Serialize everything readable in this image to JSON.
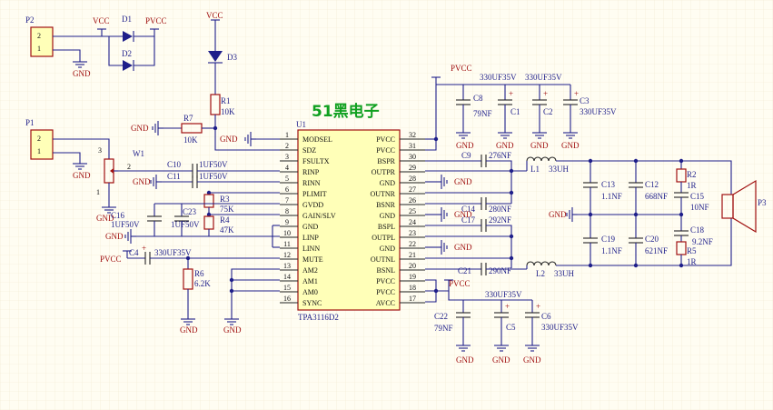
{
  "title": "51黑电子",
  "chip": {
    "ref": "U1",
    "part": "TPA3116D2",
    "left": [
      {
        "num": "1",
        "name": "MODSEL"
      },
      {
        "num": "2",
        "name": "SDZ"
      },
      {
        "num": "3",
        "name": "FSULTX"
      },
      {
        "num": "4",
        "name": "RINP"
      },
      {
        "num": "5",
        "name": "RINN"
      },
      {
        "num": "6",
        "name": "PLIMIT"
      },
      {
        "num": "7",
        "name": "GVDD"
      },
      {
        "num": "8",
        "name": "GAIN/SLV"
      },
      {
        "num": "9",
        "name": "GND"
      },
      {
        "num": "10",
        "name": "LINP"
      },
      {
        "num": "11",
        "name": "LINN"
      },
      {
        "num": "12",
        "name": "MUTE"
      },
      {
        "num": "13",
        "name": "AM2"
      },
      {
        "num": "14",
        "name": "AM1"
      },
      {
        "num": "15",
        "name": "AM0"
      },
      {
        "num": "16",
        "name": "SYNC"
      }
    ],
    "right": [
      {
        "num": "32",
        "name": "PVCC"
      },
      {
        "num": "31",
        "name": "PVCC"
      },
      {
        "num": "30",
        "name": "BSPR"
      },
      {
        "num": "29",
        "name": "OUTPR"
      },
      {
        "num": "28",
        "name": "GND"
      },
      {
        "num": "27",
        "name": "OUTNR"
      },
      {
        "num": "26",
        "name": "BSNR"
      },
      {
        "num": "25",
        "name": "GND"
      },
      {
        "num": "24",
        "name": "BSPL"
      },
      {
        "num": "23",
        "name": "OUTPL"
      },
      {
        "num": "22",
        "name": "GND"
      },
      {
        "num": "21",
        "name": "OUTNL"
      },
      {
        "num": "20",
        "name": "BSNL"
      },
      {
        "num": "19",
        "name": "PVCC"
      },
      {
        "num": "18",
        "name": "PVCC"
      },
      {
        "num": "17",
        "name": "AVCC"
      }
    ]
  },
  "connectors": {
    "p2": {
      "ref": "P2",
      "pin_top": "2",
      "pin_bot": "1"
    },
    "p1": {
      "ref": "P1",
      "pin_top": "2",
      "pin_bot": "1"
    },
    "p3": {
      "ref": "P3"
    }
  },
  "nets": {
    "vcc": "VCC",
    "pvcc": "PVCC",
    "gnd": "GND"
  },
  "parts": {
    "d1": "D1",
    "d2": "D2",
    "d3": "D3",
    "r1": "R1",
    "r1v": "10K",
    "r7": "R7",
    "r7v": "10K",
    "w1": "W1",
    "w1p1": "1",
    "w1p2": "2",
    "w1p3": "3",
    "c10": "C10",
    "c10v": "1UF50V",
    "c11": "C11",
    "c11v": "1UF50V",
    "r3": "R3",
    "r3v": "75K",
    "r4": "R4",
    "r4v": "47K",
    "c16": "C16",
    "c16v": "1UF50V",
    "c23": "C23",
    "c23v": "1UF50V",
    "c4": "C4",
    "c4v": "330UF35V",
    "r6": "R6",
    "r6v": "6.2K",
    "c8": "C8",
    "c8v": "79NF",
    "c1": "C1",
    "c1v": "330UF35V",
    "c2": "C2",
    "c2v": "330UF35V",
    "c3": "C3",
    "c3v": "330UF35V",
    "c9": "C9",
    "c9v": "276NF",
    "c14": "C14",
    "c14v": "280NF",
    "c17": "C17",
    "c17v": "292NF",
    "c21": "C21",
    "c21v": "290NF",
    "l1": "L1",
    "l1v": "33UH",
    "l2": "L2",
    "l2v": "33UH",
    "c13": "C13",
    "c13v": "1.1NF",
    "c12": "C12",
    "c12v": "668NF",
    "c19": "C19",
    "c19v": "1.1NF",
    "c20": "C20",
    "c20v": "621NF",
    "r2": "R2",
    "r2v": "1R",
    "c15": "C15",
    "c15v": "10NF",
    "c18": "C18",
    "c18v": "9.2NF",
    "r5": "R5",
    "r5v": "1R",
    "c22": "C22",
    "c22v": "79NF",
    "c5": "C5",
    "c5v": "330UF35V",
    "c6": "C6",
    "c6v": "330UF35V"
  }
}
